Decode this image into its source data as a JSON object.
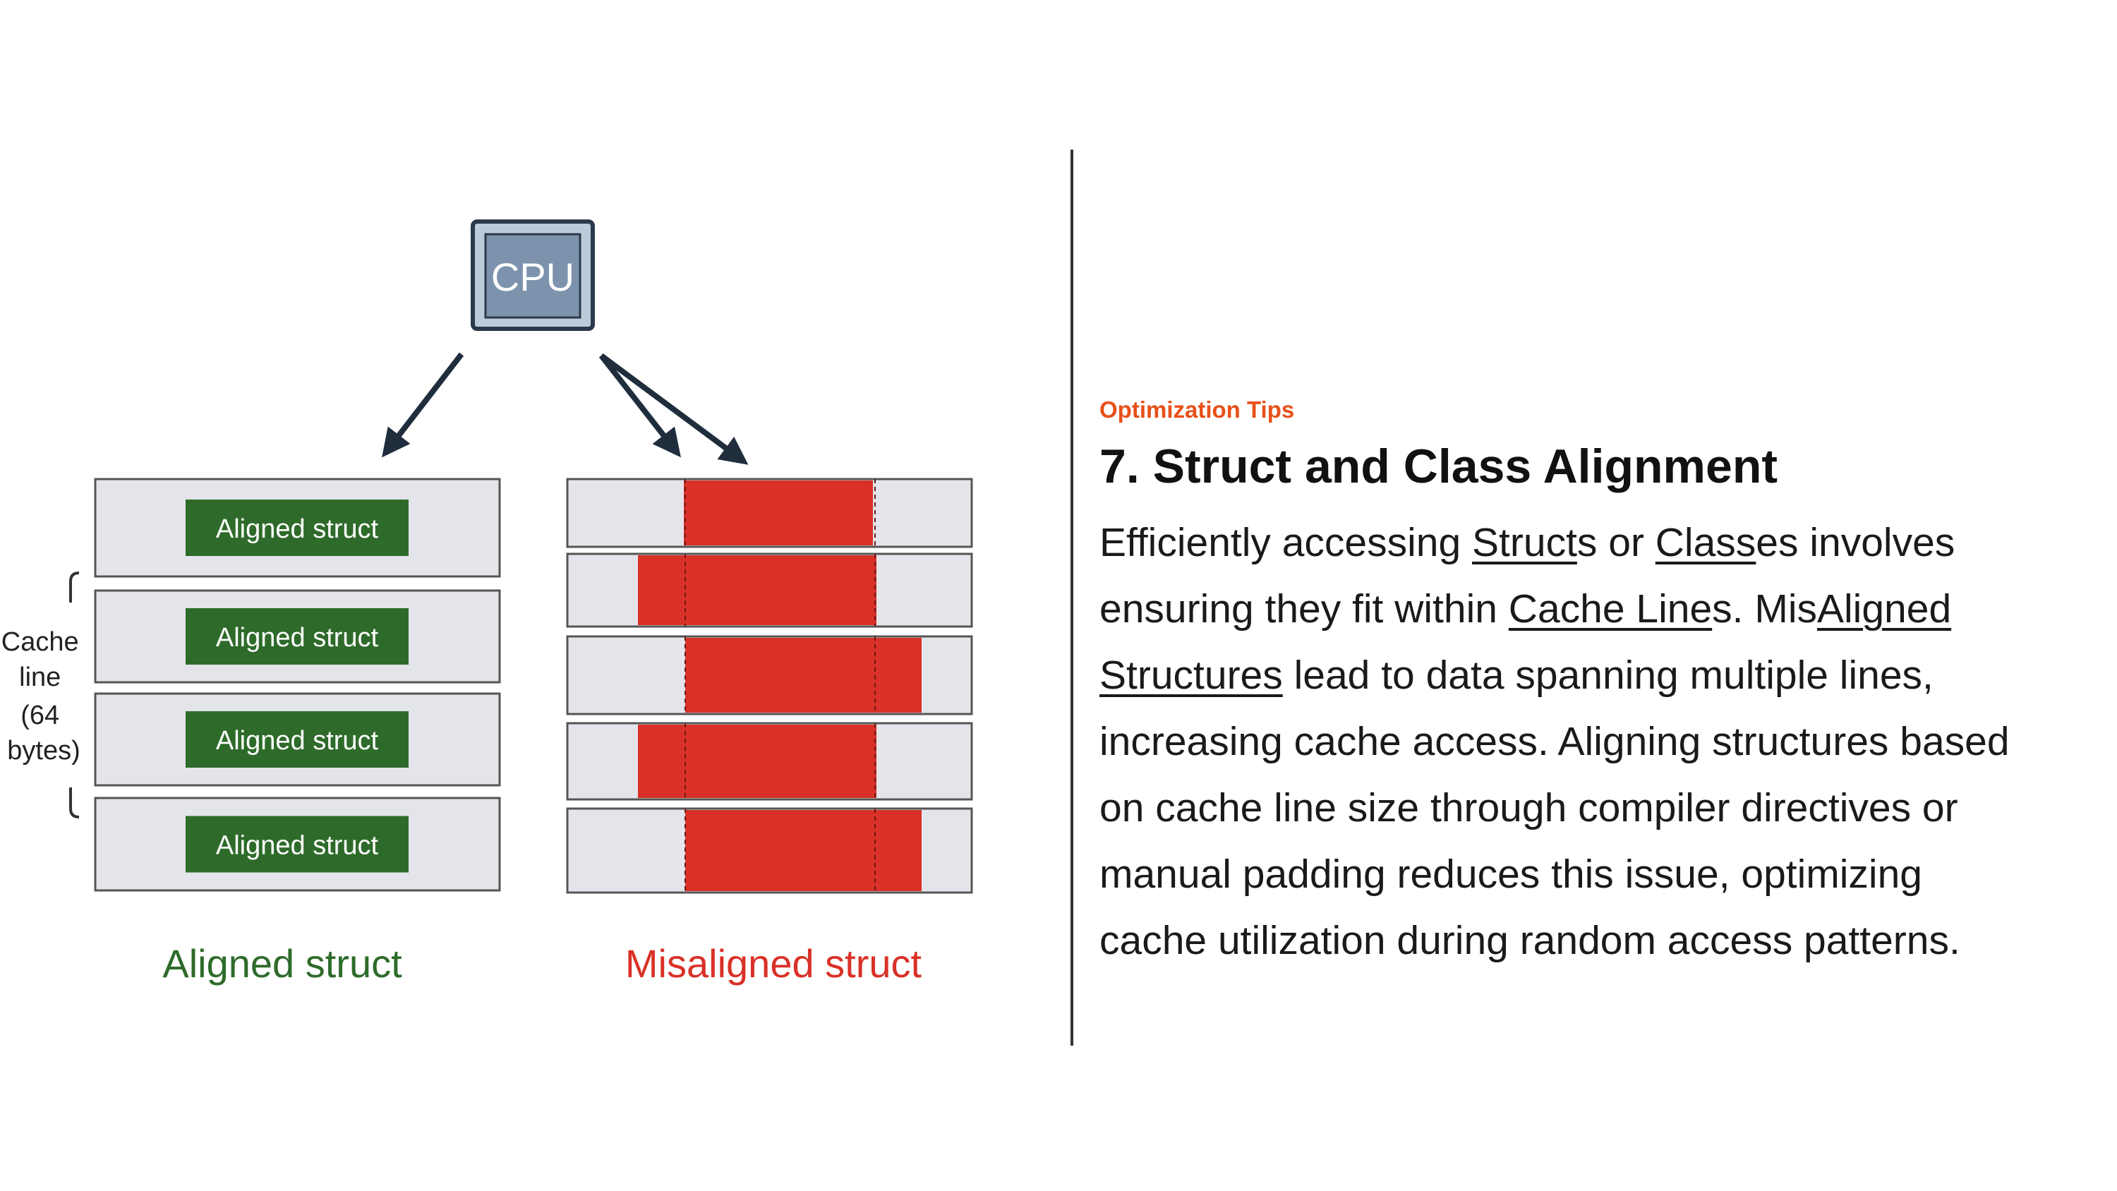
{
  "diagram": {
    "cpu_label": "CPU",
    "block_label": "Aligned struct",
    "aligned_blocks": 4,
    "cache_line_label": [
      "Cache",
      "line",
      "(64",
      "bytes)"
    ],
    "aligned_caption": "Aligned struct",
    "misaligned_caption": "Misaligned struct",
    "colors": {
      "green": "#2e6b2a",
      "red": "#d93127",
      "gray": "#e3e5ea",
      "cpu": "#a9bcd2",
      "arrow": "#1f2d3d"
    }
  },
  "article": {
    "eyebrow": "Optimization Tips",
    "title": "7. Struct and Class Alignment",
    "lines": [
      [
        {
          "t": "Efficiently accessing "
        },
        {
          "t": "Struct",
          "u": true
        },
        {
          "t": "s or "
        },
        {
          "t": "Class",
          "u": true
        },
        {
          "t": "es involves"
        }
      ],
      [
        {
          "t": "ensuring they fit within "
        },
        {
          "t": "Cache Line",
          "u": true
        },
        {
          "t": "s. Mis"
        },
        {
          "t": "Aligned",
          "u": true
        }
      ],
      [
        {
          "t": "Structures",
          "u": true
        },
        {
          "t": " lead to data spanning multiple lines,"
        }
      ],
      [
        {
          "t": "increasing cache access. Aligning structures based"
        }
      ],
      [
        {
          "t": "on cache line size through compiler directives or"
        }
      ],
      [
        {
          "t": "manual padding reduces this issue, optimizing"
        }
      ],
      [
        {
          "t": "cache utilization during random access patterns."
        }
      ]
    ]
  }
}
